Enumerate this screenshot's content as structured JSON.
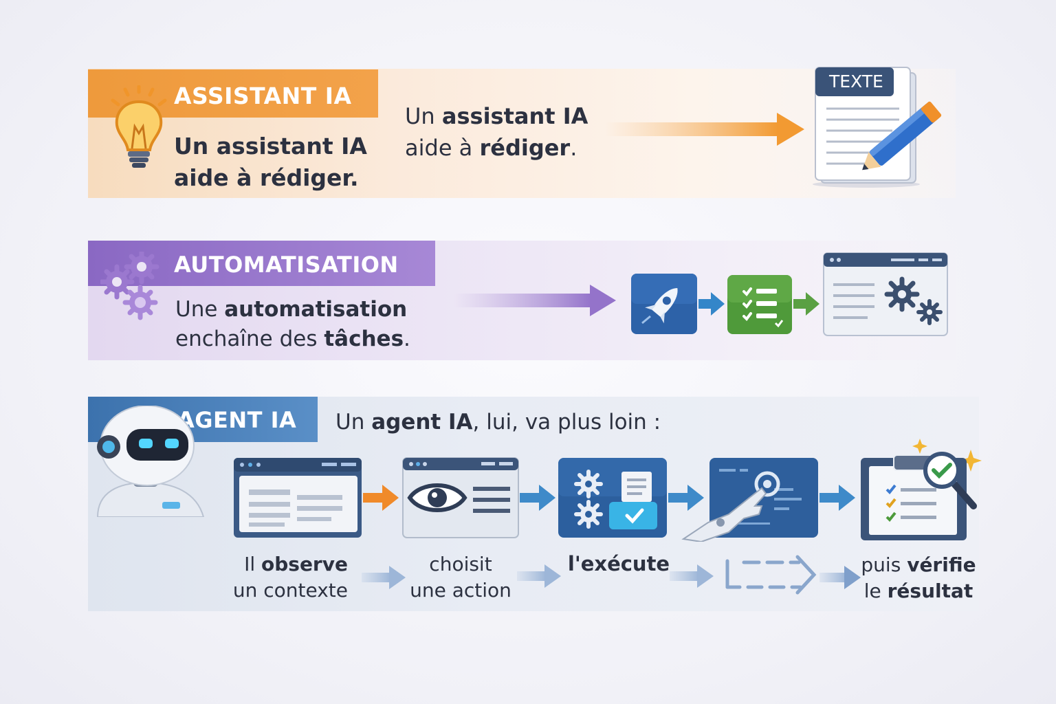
{
  "assistant": {
    "title": "ASSISTANT IA",
    "desc_line1": "Un assistant IA",
    "desc_line2": "aide à rédiger.",
    "caption_normal1": "Un ",
    "caption_bold1": "assistant IA",
    "caption_normal2": "aide à ",
    "caption_bold2": "rédiger",
    "caption_end": ".",
    "doc_label": "TEXTE",
    "accent": "#f0a03e"
  },
  "automation": {
    "title": "AUTOMATISATION",
    "line1_normal": "Une ",
    "line1_bold": "automatisation",
    "line2_normal": "enchaîne des ",
    "line2_bold": "tâches",
    "line2_end": ".",
    "accent": "#9a79cf"
  },
  "agent": {
    "title": "AGENT IA",
    "intro_normal1": "Un ",
    "intro_bold": "agent IA",
    "intro_normal2": ", lui, va plus loin :",
    "accent": "#3d74ae",
    "steps": [
      {
        "l1_normal": "Il ",
        "l1_bold": "observe",
        "l2": "un contexte"
      },
      {
        "l1": "choisit",
        "l2": "une action"
      },
      {
        "l1_bold": "l'exécute"
      },
      {
        "l1_normal": "puis ",
        "l1_bold": "vérifie",
        "l2_normal": "le ",
        "l2_bold": "résultat"
      }
    ]
  }
}
